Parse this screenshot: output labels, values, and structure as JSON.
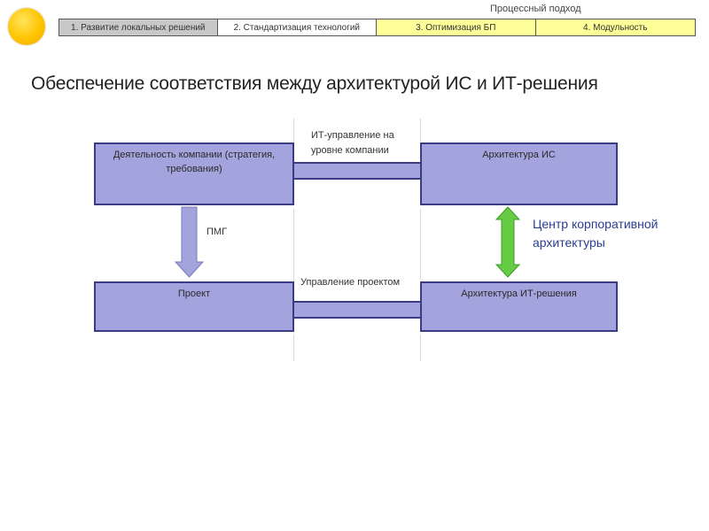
{
  "header": {
    "process_label": "Процессный подход",
    "steps": [
      {
        "label": "1. Развитие локальных решений",
        "color": "#c8c8c8"
      },
      {
        "label": "2. Стандартизация технологий",
        "color": "#ffffff"
      },
      {
        "label": "3. Оптимизация БП",
        "color": "#ffff99"
      },
      {
        "label": "4. Модульность",
        "color": "#ffff99"
      }
    ]
  },
  "title": "Обеспечение соответствия между архитектурой ИС и ИТ-решения",
  "diagram": {
    "boxes": {
      "activity": "Деятельность компании (стратегия, требования)",
      "is_arch": "Архитектура ИС",
      "project": "Проект",
      "it_arch": "Архитектура ИТ-решения"
    },
    "labels": {
      "it_governance": "ИТ-управление на уровне компании",
      "pmg": "ПМГ",
      "project_management": "Управление проектом",
      "architecture_center": "Центр корпоративной архитектуры"
    },
    "colors": {
      "box_fill": "#a3a3dd",
      "box_border": "#3c3c84",
      "pmg_arrow": "#a3a3dd",
      "center_arrow": "#66cc44",
      "center_text": "#2a3d8f"
    }
  }
}
